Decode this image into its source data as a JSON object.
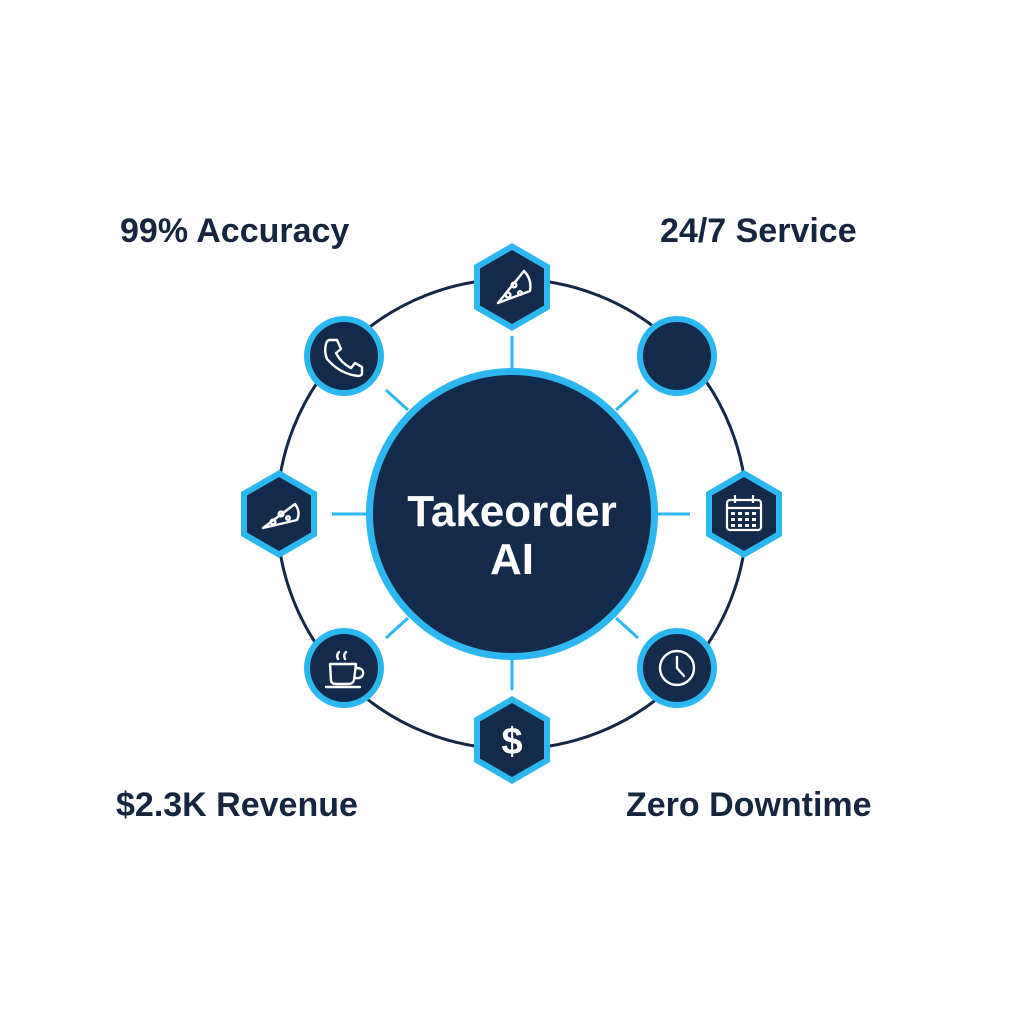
{
  "center": {
    "line1": "Takeorder",
    "line2": "AI"
  },
  "stats": {
    "top_left": "99% Accuracy",
    "top_right": "24/7 Service",
    "bottom_left": "$2.3K Revenue",
    "bottom_right": "Zero Downtime"
  },
  "nodes": [
    {
      "icon": "pizza-slice-icon",
      "shape": "hexagon"
    },
    {
      "icon": "none",
      "shape": "circle"
    },
    {
      "icon": "calendar-icon",
      "shape": "hexagon"
    },
    {
      "icon": "clock-icon",
      "shape": "circle"
    },
    {
      "icon": "dollar-icon",
      "shape": "hexagon",
      "glyph": "$"
    },
    {
      "icon": "coffee-cup-icon",
      "shape": "circle"
    },
    {
      "icon": "pizza-slice-icon",
      "shape": "hexagon"
    },
    {
      "icon": "phone-icon",
      "shape": "circle"
    }
  ],
  "colors": {
    "navy": "#132a4a",
    "accent_blue": "#2db7f0",
    "ring": "#142746",
    "text": "#17263f",
    "icon_stroke": "#ffffff"
  }
}
